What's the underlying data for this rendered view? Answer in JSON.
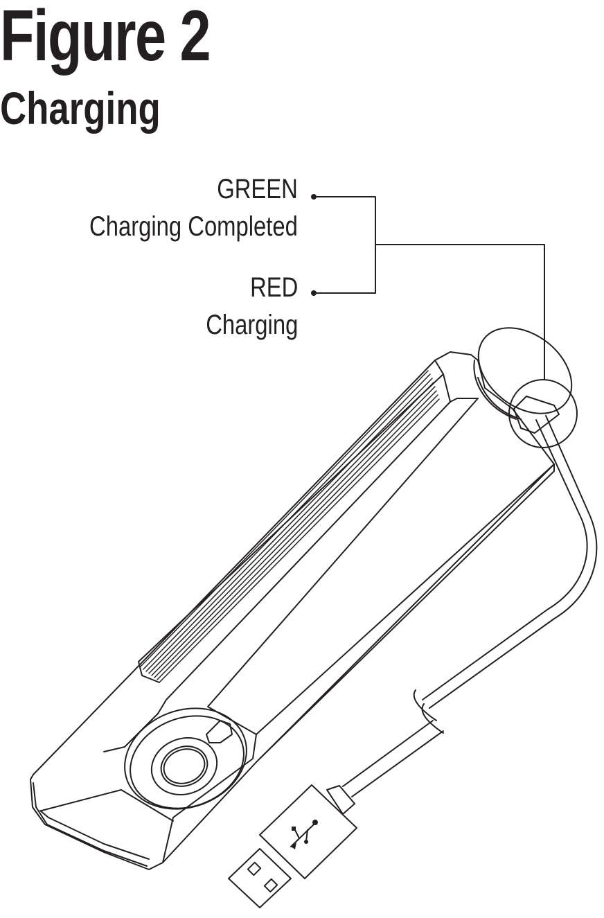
{
  "figure": {
    "title": "Figure 2",
    "subtitle": "Charging"
  },
  "legend": {
    "green": {
      "color_name": "GREEN",
      "meaning": "Charging Completed"
    },
    "red": {
      "color_name": "RED",
      "meaning": "Charging"
    }
  },
  "colors": {
    "line": "#231f20",
    "background": "#ffffff"
  },
  "icons": [
    "usb-icon"
  ]
}
